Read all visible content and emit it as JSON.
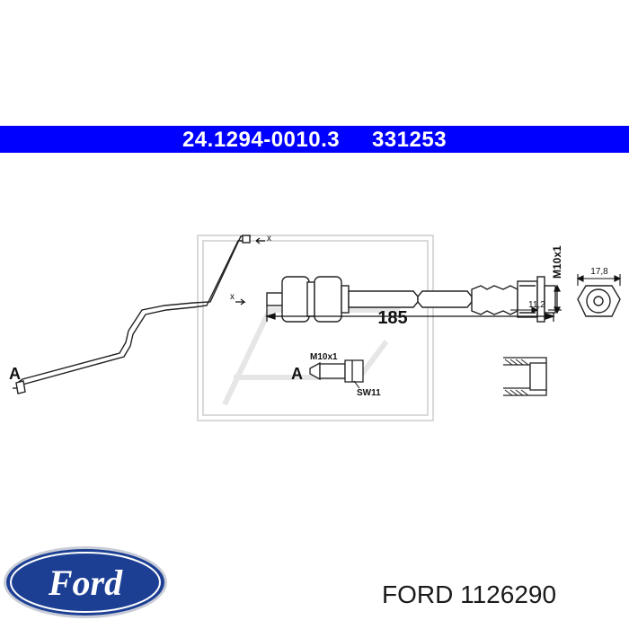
{
  "header": {
    "part_number": "24.1294-0010.3",
    "ref_number": "331253",
    "background_color": "#0000ff",
    "text_color": "#ffffff"
  },
  "diagram": {
    "label_a": "A",
    "label_a_detail": "A",
    "x_mark_top": "x",
    "x_mark_mid": "x",
    "length": "185",
    "thread_vertical": "M10x1",
    "thread_detail": "M10x1",
    "wrench_size": "SW11",
    "width_dim": "17,8",
    "offset_dim": "11,2"
  },
  "footer": {
    "brand": "FORD",
    "part_number": "1126290"
  },
  "logo": {
    "text": "Ford",
    "primary_color": "#1c3f94",
    "accent_color": "#ffffff"
  }
}
